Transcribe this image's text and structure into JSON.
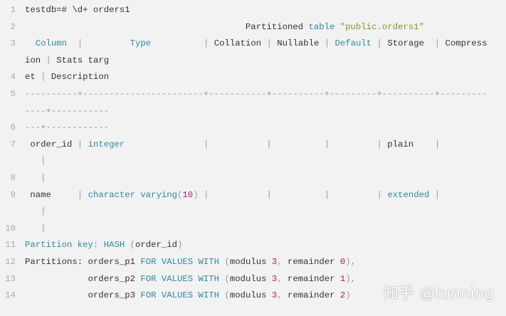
{
  "code": {
    "colors": {
      "background": "#f2f2f2",
      "text": "#333333",
      "keyword": "#2b8aa3",
      "string": "#789a2c",
      "number": "#a3216b",
      "punctuation": "#9a9a9a",
      "line_number": "#aaaaaa"
    },
    "rows": [
      {
        "ln": "1",
        "tokens": [
          [
            "testdb=# \\d+ orders1",
            ""
          ]
        ]
      },
      {
        "ln": "2",
        "tokens": [
          [
            "                                          Partitioned ",
            ""
          ],
          [
            "table",
            "kw"
          ],
          [
            " ",
            ""
          ],
          [
            "\"public.orders1\"",
            "str"
          ]
        ]
      },
      {
        "ln": "3",
        "tokens": [
          [
            "  ",
            ""
          ],
          [
            "Column",
            "kw"
          ],
          [
            "  ",
            ""
          ],
          [
            "|",
            "pun"
          ],
          [
            "         ",
            ""
          ],
          [
            "Type",
            "kw"
          ],
          [
            "          ",
            ""
          ],
          [
            "|",
            "pun"
          ],
          [
            " Collation ",
            ""
          ],
          [
            "|",
            "pun"
          ],
          [
            " Nullable ",
            ""
          ],
          [
            "|",
            "pun"
          ],
          [
            " ",
            ""
          ],
          [
            "Default",
            "kw"
          ],
          [
            " ",
            ""
          ],
          [
            "|",
            "pun"
          ],
          [
            " Storage  ",
            ""
          ],
          [
            "|",
            "pun"
          ],
          [
            " Compress",
            ""
          ]
        ]
      },
      {
        "ln": "",
        "tokens": [
          [
            "ion ",
            ""
          ],
          [
            "|",
            "pun"
          ],
          [
            " Stats targ",
            ""
          ]
        ]
      },
      {
        "ln": "4",
        "tokens": [
          [
            "et ",
            ""
          ],
          [
            "|",
            "pun"
          ],
          [
            " Description",
            ""
          ]
        ]
      },
      {
        "ln": "5",
        "tokens": [
          [
            "----------+-----------------------+-----------+----------+---------+----------+---------",
            "pun"
          ]
        ]
      },
      {
        "ln": "",
        "tokens": [
          [
            "----+-----------",
            "pun"
          ]
        ]
      },
      {
        "ln": "6",
        "tokens": [
          [
            "---+------------",
            "pun"
          ]
        ]
      },
      {
        "ln": "7",
        "tokens": [
          [
            " order_id ",
            ""
          ],
          [
            "|",
            "pun"
          ],
          [
            " ",
            ""
          ],
          [
            "integer",
            "kw"
          ],
          [
            "               ",
            ""
          ],
          [
            "|",
            "pun"
          ],
          [
            "           ",
            ""
          ],
          [
            "|",
            "pun"
          ],
          [
            "          ",
            ""
          ],
          [
            "|",
            "pun"
          ],
          [
            "         ",
            ""
          ],
          [
            "|",
            "pun"
          ],
          [
            " plain    ",
            ""
          ],
          [
            "|",
            "pun"
          ]
        ]
      },
      {
        "ln": "",
        "tokens": [
          [
            "   ",
            ""
          ],
          [
            "|",
            "pun"
          ]
        ]
      },
      {
        "ln": "8",
        "tokens": [
          [
            "   ",
            ""
          ],
          [
            "|",
            "pun"
          ]
        ]
      },
      {
        "ln": "9",
        "tokens": [
          [
            " name     ",
            ""
          ],
          [
            "|",
            "pun"
          ],
          [
            " ",
            ""
          ],
          [
            "character varying",
            "kw"
          ],
          [
            "(",
            "pun"
          ],
          [
            "10",
            "num"
          ],
          [
            ")",
            "pun"
          ],
          [
            " ",
            ""
          ],
          [
            "|",
            "pun"
          ],
          [
            "           ",
            ""
          ],
          [
            "|",
            "pun"
          ],
          [
            "          ",
            ""
          ],
          [
            "|",
            "pun"
          ],
          [
            "         ",
            ""
          ],
          [
            "|",
            "pun"
          ],
          [
            " ",
            ""
          ],
          [
            "extended",
            "kw"
          ],
          [
            " ",
            ""
          ],
          [
            "|",
            "pun"
          ]
        ]
      },
      {
        "ln": "",
        "tokens": [
          [
            "   ",
            ""
          ],
          [
            "|",
            "pun"
          ]
        ]
      },
      {
        "ln": "10",
        "tokens": [
          [
            "   ",
            ""
          ],
          [
            "|",
            "pun"
          ]
        ]
      },
      {
        "ln": "11",
        "tokens": [
          [
            "Partition key:",
            "kw"
          ],
          [
            " ",
            ""
          ],
          [
            "HASH",
            "kw"
          ],
          [
            " ",
            ""
          ],
          [
            "(",
            "pun"
          ],
          [
            "order_id",
            ""
          ],
          [
            ")",
            "pun"
          ]
        ]
      },
      {
        "ln": "12",
        "tokens": [
          [
            "Partitions: orders_p1 ",
            ""
          ],
          [
            "FOR VALUES WITH",
            "kw"
          ],
          [
            " ",
            ""
          ],
          [
            "(",
            "pun"
          ],
          [
            "modulus ",
            ""
          ],
          [
            "3",
            "num"
          ],
          [
            ", ",
            "pun"
          ],
          [
            "remainder ",
            ""
          ],
          [
            "0",
            "num"
          ],
          [
            "),",
            "pun"
          ]
        ]
      },
      {
        "ln": "13",
        "tokens": [
          [
            "            orders_p2 ",
            ""
          ],
          [
            "FOR VALUES WITH",
            "kw"
          ],
          [
            " ",
            ""
          ],
          [
            "(",
            "pun"
          ],
          [
            "modulus ",
            ""
          ],
          [
            "3",
            "num"
          ],
          [
            ", ",
            "pun"
          ],
          [
            "remainder ",
            ""
          ],
          [
            "1",
            "num"
          ],
          [
            "),",
            "pun"
          ]
        ]
      },
      {
        "ln": "14",
        "tokens": [
          [
            "            orders_p3 ",
            ""
          ],
          [
            "FOR VALUES WITH",
            "kw"
          ],
          [
            " ",
            ""
          ],
          [
            "(",
            "pun"
          ],
          [
            "modulus ",
            ""
          ],
          [
            "3",
            "num"
          ],
          [
            ", ",
            "pun"
          ],
          [
            "remainder ",
            ""
          ],
          [
            "2",
            "num"
          ],
          [
            ")",
            "pun"
          ]
        ]
      }
    ]
  },
  "watermark": "知乎 @tunning"
}
